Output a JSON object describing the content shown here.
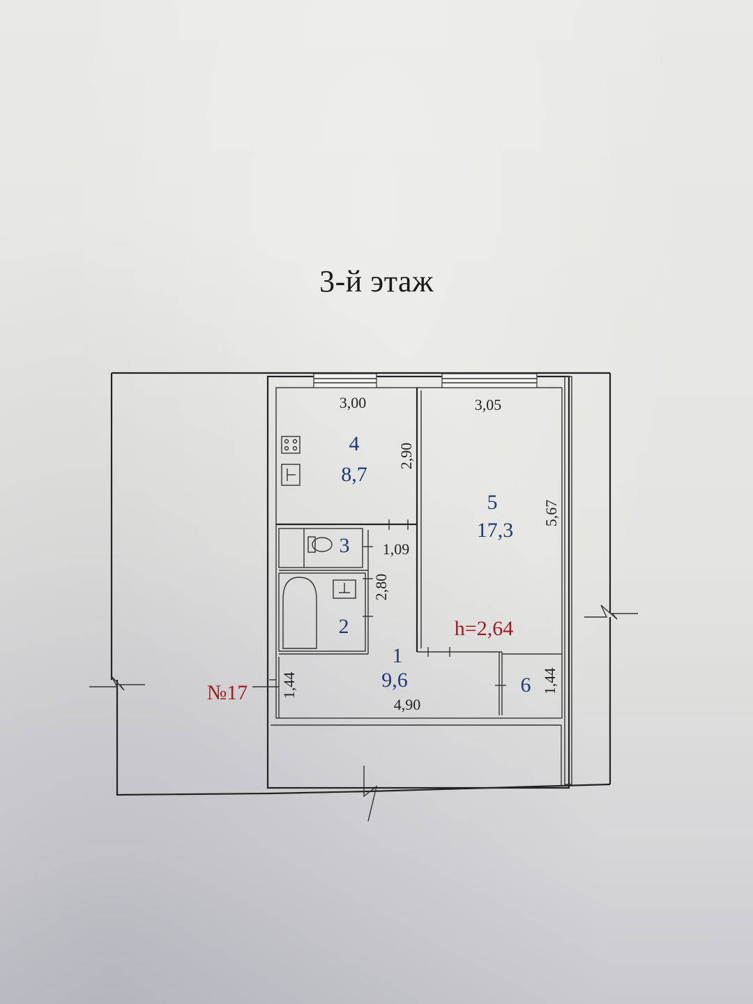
{
  "title": "3-й этаж",
  "apartment_label": "№17",
  "ceiling_height": "h=2,64",
  "rooms": [
    {
      "number": "1",
      "area": "9,6"
    },
    {
      "number": "2",
      "area": ""
    },
    {
      "number": "3",
      "area": ""
    },
    {
      "number": "4",
      "area": "8,7"
    },
    {
      "number": "5",
      "area": "17,3"
    },
    {
      "number": "6",
      "area": ""
    }
  ],
  "dimensions": {
    "room4_width": "3,00",
    "room4_depth": "2,90",
    "room5_width": "3,05",
    "room5_depth": "5,67",
    "room3_width": "1,09",
    "room2_depth": "2,80",
    "hall_depth": "1,44",
    "hall_width": "4,90",
    "room6_depth": "1,44"
  },
  "colors": {
    "room_numbers": "#1f3a78",
    "labels_red": "#a01c24",
    "lines": "#222222"
  },
  "icons": [
    "stove-icon",
    "sink-icon",
    "toilet-icon",
    "bathtub-icon",
    "washbasin-icon"
  ]
}
